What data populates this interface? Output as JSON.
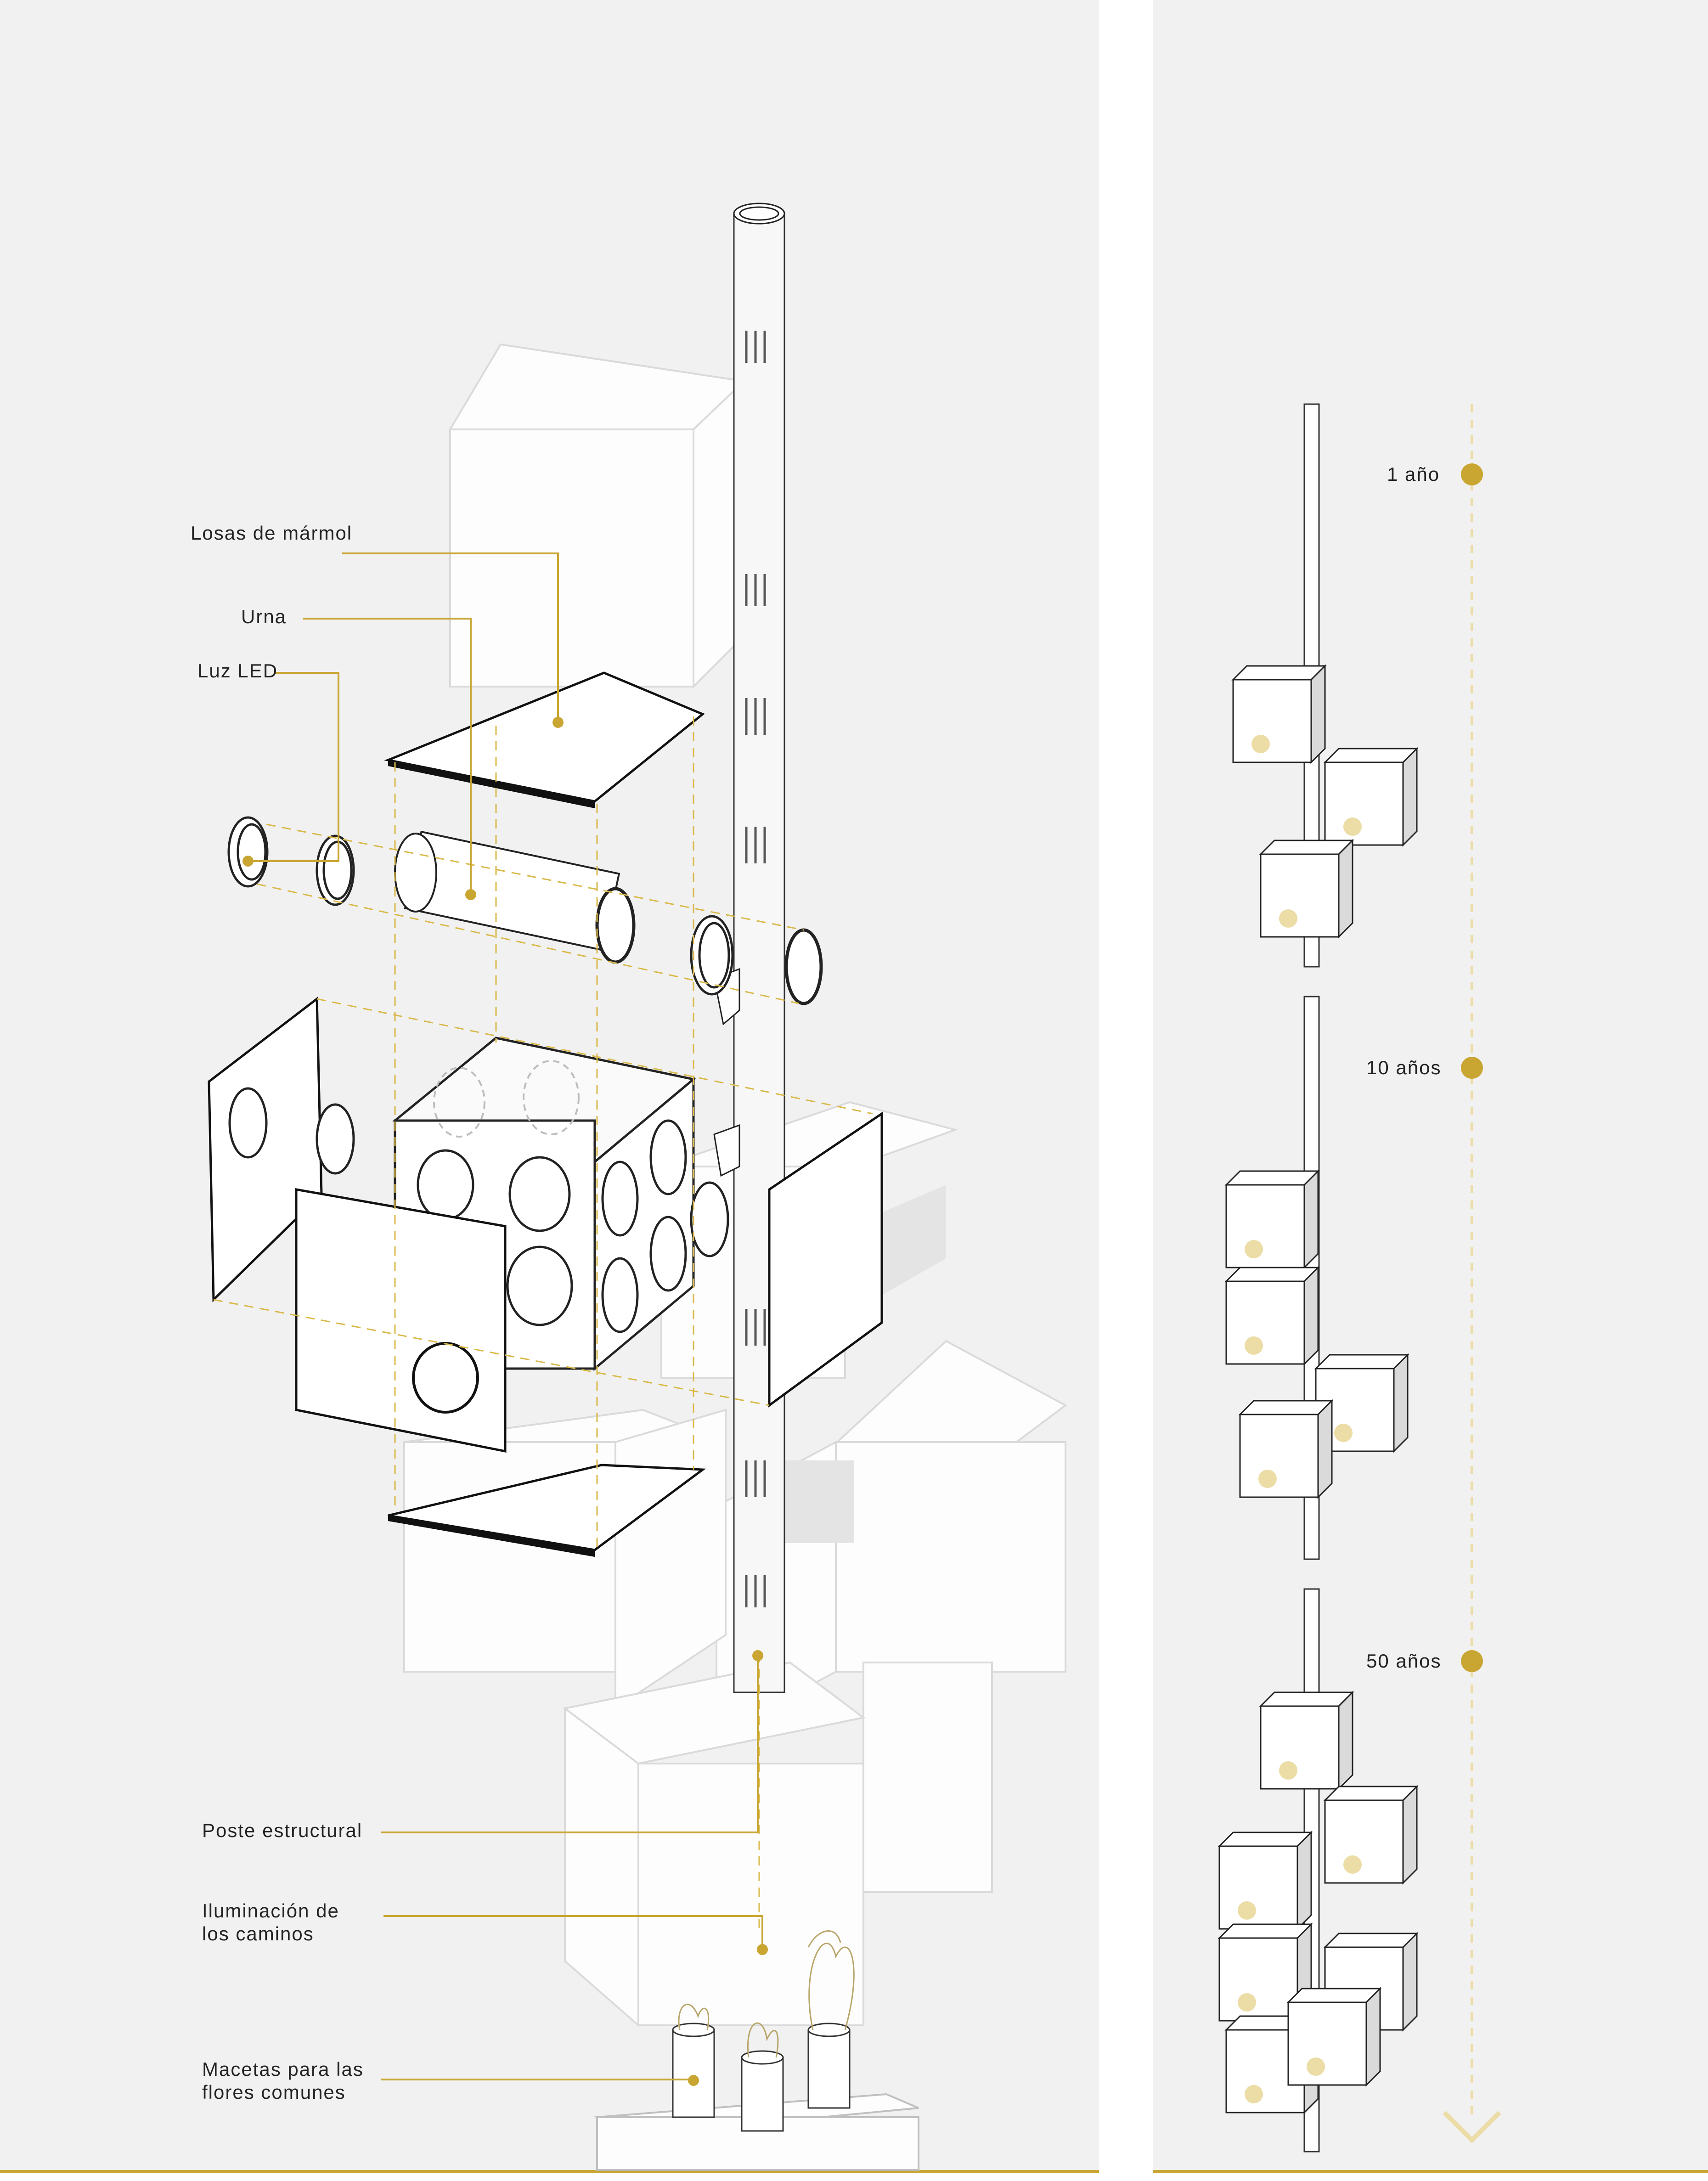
{
  "colors": {
    "background": "#f1f1f1",
    "accent": "#c9a632",
    "accent_light": "#ecdca6",
    "line": "#222222",
    "ghost": "#d6d6d6"
  },
  "labels": {
    "marble": "Losas de mármol",
    "urn": "Urna",
    "led": "Luz LED",
    "post": "Poste estructural",
    "path_light_1": "Iluminación de",
    "path_light_2": "los caminos",
    "planters_1": "Macetas para las",
    "planters_2": "flores comunes"
  },
  "timeline": {
    "stages": [
      {
        "label": "1 año"
      },
      {
        "label": "10 años"
      },
      {
        "label": "50 años"
      }
    ],
    "arrow_icon": "chevron-down-icon"
  }
}
